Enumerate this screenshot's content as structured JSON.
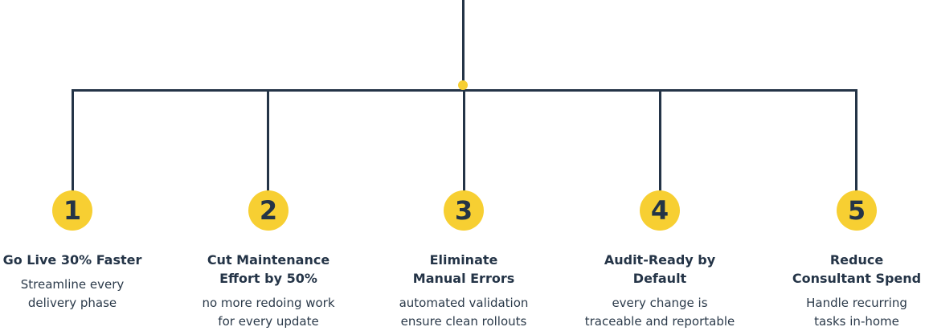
{
  "colors": {
    "line": "#243447",
    "accent": "#f7cf32",
    "text": "#243447"
  },
  "steps": [
    {
      "number": "1",
      "title": "Go Live 30% Faster",
      "description": "Streamline every\ndelivery phase"
    },
    {
      "number": "2",
      "title": "Cut Maintenance\nEffort by 50%",
      "description": "no more redoing work\nfor every update"
    },
    {
      "number": "3",
      "title": "Eliminate\nManual Errors",
      "description": "automated validation\nensure clean rollouts"
    },
    {
      "number": "4",
      "title": "Audit-Ready by\nDefault",
      "description": "every change is\ntraceable and reportable"
    },
    {
      "number": "5",
      "title": "Reduce\nConsultant Spend",
      "description": "Handle recurring\ntasks in-home"
    }
  ]
}
